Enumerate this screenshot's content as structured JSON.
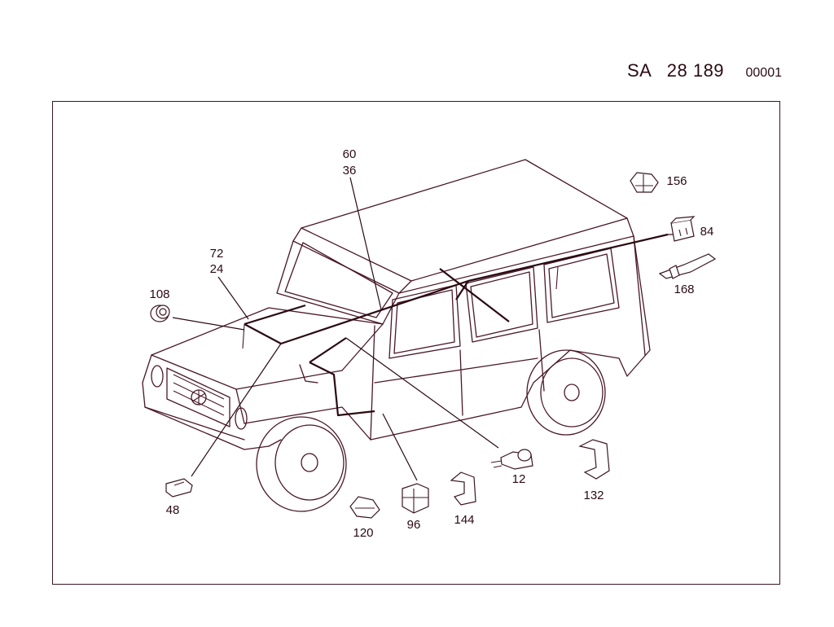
{
  "header": {
    "prefix": "SA",
    "number": "28 189",
    "sequence": "00001"
  },
  "diagram": {
    "subject": "vehicle-wiring-harness",
    "callouts": [
      {
        "id": "c60",
        "label": "60"
      },
      {
        "id": "c36",
        "label": "36"
      },
      {
        "id": "c72",
        "label": "72"
      },
      {
        "id": "c24",
        "label": "24"
      },
      {
        "id": "c108",
        "label": "108"
      },
      {
        "id": "c156",
        "label": "156"
      },
      {
        "id": "c84",
        "label": "84"
      },
      {
        "id": "c168",
        "label": "168"
      },
      {
        "id": "c12",
        "label": "12"
      },
      {
        "id": "c132",
        "label": "132"
      },
      {
        "id": "c48",
        "label": "48"
      },
      {
        "id": "c96",
        "label": "96"
      },
      {
        "id": "c120",
        "label": "120"
      },
      {
        "id": "c144",
        "label": "144"
      }
    ]
  },
  "colors": {
    "line": "#4a1828",
    "text": "#2a0a12",
    "border": "#3a1620"
  }
}
